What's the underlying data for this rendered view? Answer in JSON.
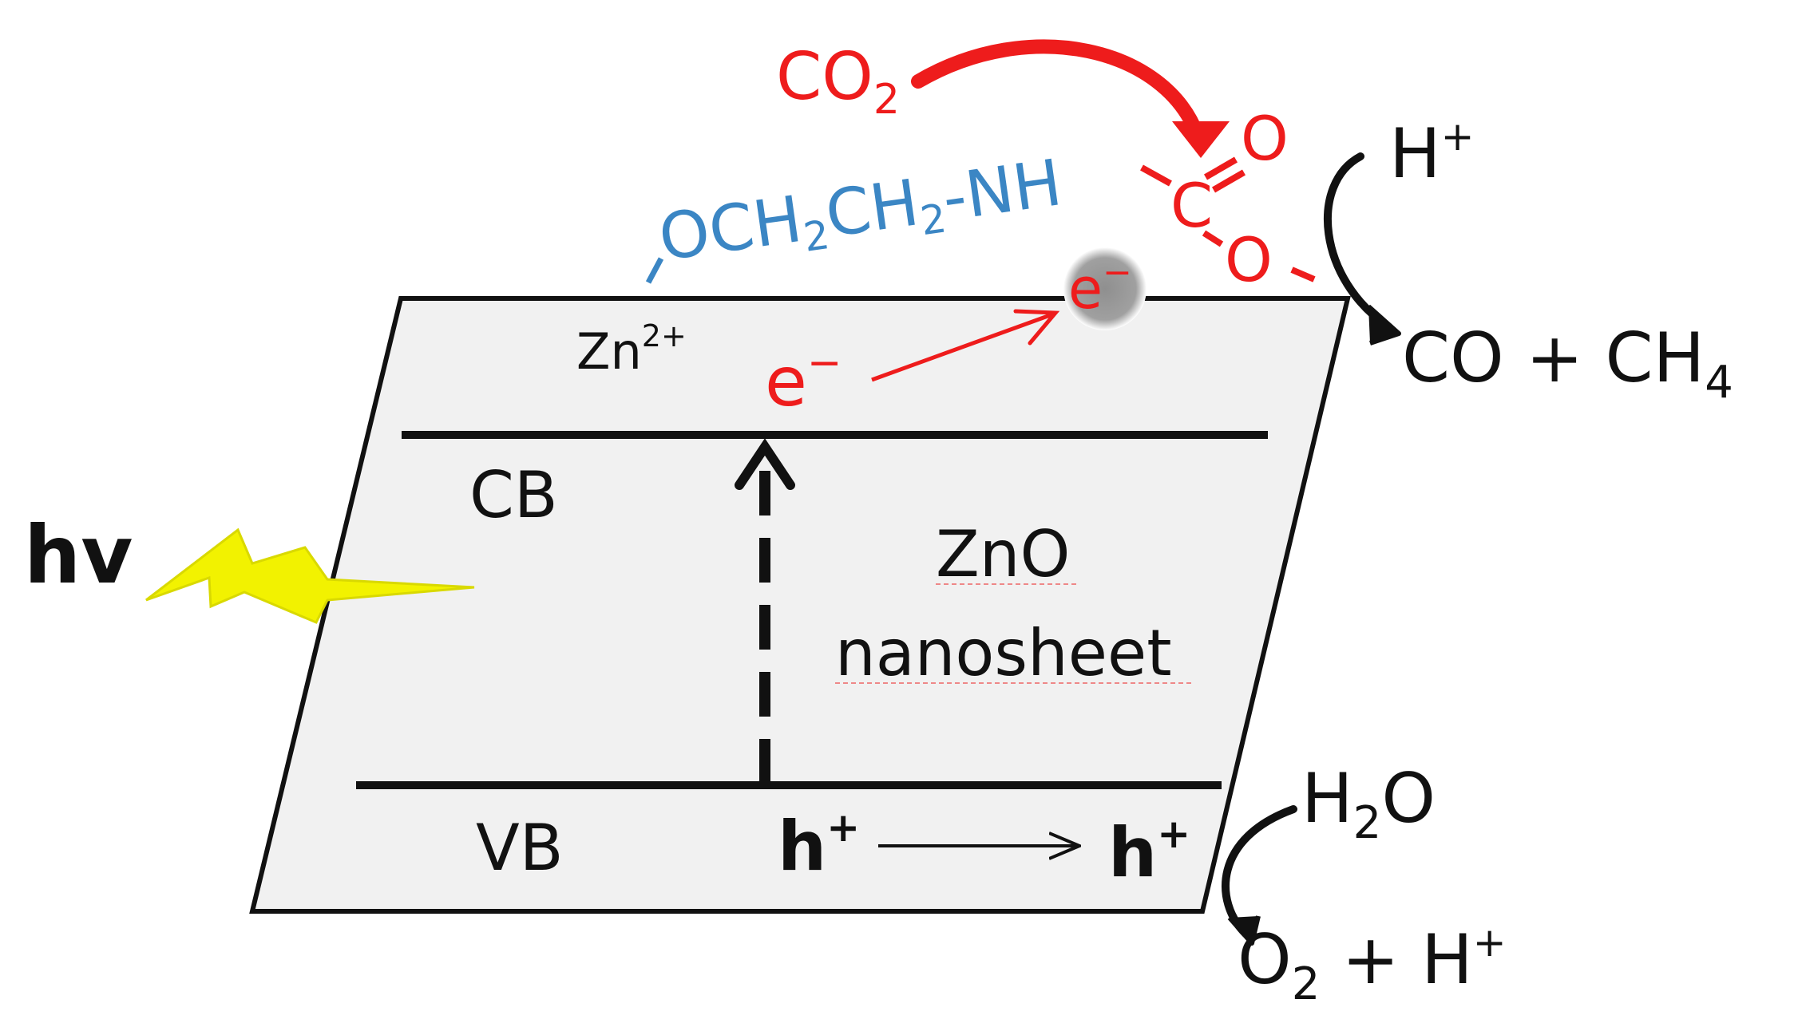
{
  "labels": {
    "hv": "hv",
    "zn": "Zn",
    "zn_charge": "2+",
    "cb": "CB",
    "vb": "VB",
    "zno": "ZnO",
    "nanosheet": "nanosheet",
    "electron_bulk": "e",
    "electron_surface": "e",
    "electron_charge": "−",
    "hole_left": "h",
    "hole_right": "h",
    "hole_charge": "+"
  },
  "molecules": {
    "ligand": "OCH",
    "ligand_mid": "CH",
    "ligand_sub": "2",
    "ligand_sub2": "2",
    "ligand_end": "-NH",
    "ligand_dash": "−",
    "co2": "CO",
    "co2_sub": "2",
    "carbon": "C",
    "oxygen_double": "O",
    "oxygen_single": "O",
    "h_plus_top": "H",
    "h_plus_top_charge": "+",
    "products_top": "CO + CH",
    "products_top_sub": "4",
    "water": "H",
    "water_sub": "2",
    "water_end": "O",
    "products_bottom": "O",
    "products_bottom_sub": "2",
    "products_bottom_end": " + H",
    "products_bottom_charge": "+"
  },
  "colors": {
    "red": "#ee1c1c",
    "blue": "#3b86c4",
    "black": "#111111",
    "sheet_fill": "#f1f1f1",
    "bolt": "#f2f200",
    "electron_bubble": "#9a9a9a"
  }
}
